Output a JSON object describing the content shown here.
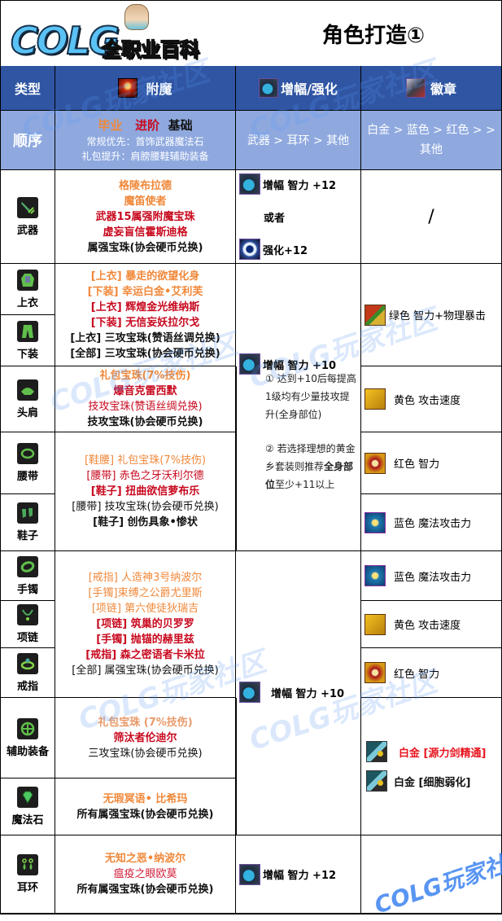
{
  "banner": {
    "logo_text": "COLG",
    "logo_subtitle": "全职业百科",
    "title": "角色打造①"
  },
  "header": {
    "type_label": "类型",
    "enchant_label": "附魔",
    "enchant_icon": "enchant-icon",
    "amp_label": "增幅/强化",
    "amp_icon": "amplify-icon",
    "emblem_label": "徽章",
    "emblem_icon": "emblem-icon"
  },
  "order_row": {
    "label": "顺序",
    "tiers": [
      {
        "text": "毕业",
        "color": "#f0883a"
      },
      {
        "text": "进阶",
        "color": "#c8091e"
      },
      {
        "text": "基础",
        "color": "#111111"
      }
    ],
    "priority_line1": "常规优先：首饰武器魔法石",
    "priority_line2": "礼包提升：肩膀腰鞋辅助装备",
    "amp_order": "武器 > 耳环 > 其他",
    "emblem_order_line1": "白金 > 蓝色 > 红色 > >",
    "emblem_order_line2": "其他"
  },
  "slots": {
    "weapon": {
      "name": "武器",
      "icon": "sword-icon"
    },
    "top": {
      "name": "上衣",
      "icon": "top-armor-icon"
    },
    "pants": {
      "name": "下装",
      "icon": "pants-icon"
    },
    "shoulder": {
      "name": "头肩",
      "icon": "shoulder-icon"
    },
    "belt": {
      "name": "腰带",
      "icon": "belt-icon"
    },
    "shoes": {
      "name": "鞋子",
      "icon": "shoes-icon"
    },
    "bracelet": {
      "name": "手镯",
      "icon": "bracelet-icon"
    },
    "necklace": {
      "name": "项链",
      "icon": "necklace-icon"
    },
    "ring": {
      "name": "戒指",
      "icon": "ring-icon"
    },
    "aux": {
      "name": "辅助装备",
      "icon": "aux-equipment-icon"
    },
    "magic_stone": {
      "name": "魔法石",
      "icon": "magic-stone-icon"
    },
    "earring": {
      "name": "耳环",
      "icon": "earring-icon"
    }
  },
  "enchants": {
    "weapon": [
      {
        "text": "格陵布拉德",
        "tier": "orange"
      },
      {
        "text": "魔笛使者",
        "tier": "orange"
      },
      {
        "text": "武器15属强附魔宝珠",
        "tier": "red"
      },
      {
        "text": "虚妄盲信霍斯迪格",
        "tier": "red"
      },
      {
        "text": "属强宝珠(协会硬币兑换)",
        "tier": "black"
      }
    ],
    "top_pants": [
      {
        "text": "[上衣] 暴走的欲望化身",
        "tier": "orange"
      },
      {
        "text": "[下装] 幸运白金•艾利芙",
        "tier": "orange"
      },
      {
        "text": "[上衣] 辉煌金光维纳斯",
        "tier": "red"
      },
      {
        "text": "[下装] 无信妄妖拉尔戈",
        "tier": "red"
      },
      {
        "text": "[上衣] 三攻宝珠(赞语丝调兑换)",
        "tier": "black"
      },
      {
        "text": "[全部] 三攻宝珠(协会硬币兑换)",
        "tier": "black"
      }
    ],
    "shoulder": [
      {
        "text": "礼包宝珠(7%技伤)",
        "tier": "orange"
      },
      {
        "text": "爆音克雷西默",
        "tier": "red"
      },
      {
        "text": "技攻宝珠(赞语丝绸兑换)",
        "tier": "red"
      },
      {
        "text": "技攻宝珠(协会硬币兑换)",
        "tier": "black"
      }
    ],
    "belt_shoes": [
      {
        "text": "[鞋腰] 礼包宝珠(7%技伤)",
        "tier": "orange"
      },
      {
        "text": "[腰带] 赤色之牙沃利尔德",
        "tier": "red"
      },
      {
        "text": "[鞋子] 扭曲欲信萝布乐",
        "tier": "red"
      },
      {
        "text": "[腰带] 技攻宝珠(协会硬币兑换)",
        "tier": "black"
      },
      {
        "text": "[鞋子] 创伤具象•惨状",
        "tier": "black"
      }
    ],
    "accessories": [
      {
        "text": "[戒指] 人造神3号纳波尔",
        "tier": "orange"
      },
      {
        "text": "[手镯]束缚之公爵尤里斯",
        "tier": "orange"
      },
      {
        "text": "[项链] 第六使徒狄瑞吉",
        "tier": "orange"
      },
      {
        "text": "[项链] 筑巢的贝罗罗",
        "tier": "red"
      },
      {
        "text": "[手镯] 抛锚的赫里兹",
        "tier": "red"
      },
      {
        "text": "[戒指] 森之密语者卡米拉",
        "tier": "red"
      },
      {
        "text": "[全部] 属强宝珠(协会硬币兑换)",
        "tier": "black"
      }
    ],
    "aux": [
      {
        "text": "礼包宝珠 (7%技伤)",
        "tier": "orange"
      },
      {
        "text": "筛汰者伦迪尔",
        "tier": "red"
      },
      {
        "text": "三攻宝珠(协会硬币兑换)",
        "tier": "black"
      }
    ],
    "magic_stone": [
      {
        "text": "无瑕冥语• 比希玛",
        "tier": "orange"
      },
      {
        "text": "所有属强宝珠(协会硬币兑换)",
        "tier": "black"
      }
    ],
    "earring": [
      {
        "text": "无知之恶•纳波尔",
        "tier": "orange"
      },
      {
        "text": "瘟疫之眼欧莫",
        "tier": "red"
      },
      {
        "text": "所有属强宝珠(协会硬币兑换)",
        "tier": "black"
      }
    ]
  },
  "amplify": {
    "weapon_amp": "增幅 智力 +12",
    "weapon_or": "或者",
    "weapon_refine": "强化+12",
    "armor_amp": "增幅 智力 +10",
    "armor_note1": "① 达到+10后每提高1级均有少量技攻提升(全身部位)",
    "armor_note2_a": "② 若选择理想的黄金乡套装则推荐",
    "armor_note2_b": "全身部位",
    "armor_note2_c": "至少+11以上",
    "acc_amp": "增幅 智力 +10",
    "earring_amp": "增幅 智力 +12"
  },
  "emblems": {
    "weapon": "/",
    "top_pants": "绿色 智力+物理暴击",
    "shoulder": "黄色  攻击速度",
    "belt": "红色 智力",
    "shoes": "蓝色 魔法攻击力",
    "bracelet": "蓝色 魔法攻击力",
    "necklace": "黄色  攻击速度",
    "ring": "红色 智力",
    "aux_plat1": "白金 [源力剑精通]",
    "aux_plat2": "白金 [细胞弱化]",
    "earring": ""
  },
  "watermark": "COLG玩家社区",
  "colors": {
    "header_bg": "#2f55a3",
    "order_bg": "#8fa9df",
    "tier_orange": "#f0883a",
    "tier_red": "#c8091e",
    "tier_black": "#111111",
    "plat_red": "#e8141e"
  }
}
